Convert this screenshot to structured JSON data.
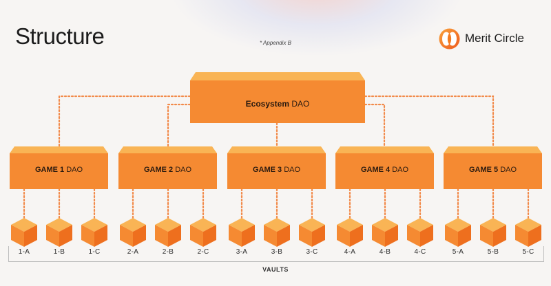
{
  "title": "Structure",
  "note": "* Appendix B",
  "logo": {
    "text": "Merit Circle",
    "icon": "merit-circle-logo-icon",
    "color": "#f47b20"
  },
  "colors": {
    "accent": "#f58a32",
    "accent_dark": "#ee6f1e",
    "accent_light": "#f9b455",
    "connector": "#f28a4a"
  },
  "ecosystem": {
    "bold": "Ecosystem",
    "rest": " DAO"
  },
  "games": [
    {
      "bold": "GAME 1",
      "rest": " DAO"
    },
    {
      "bold": "GAME 2",
      "rest": " DAO"
    },
    {
      "bold": "GAME 3",
      "rest": " DAO"
    },
    {
      "bold": "GAME 4",
      "rest": " DAO"
    },
    {
      "bold": "GAME 5",
      "rest": " DAO"
    }
  ],
  "vaults": [
    "1-A",
    "1-B",
    "1-C",
    "2-A",
    "2-B",
    "2-C",
    "3-A",
    "3-B",
    "3-C",
    "4-A",
    "4-B",
    "4-C",
    "5-A",
    "5-B",
    "5-C"
  ],
  "vaults_label": "VAULTS"
}
